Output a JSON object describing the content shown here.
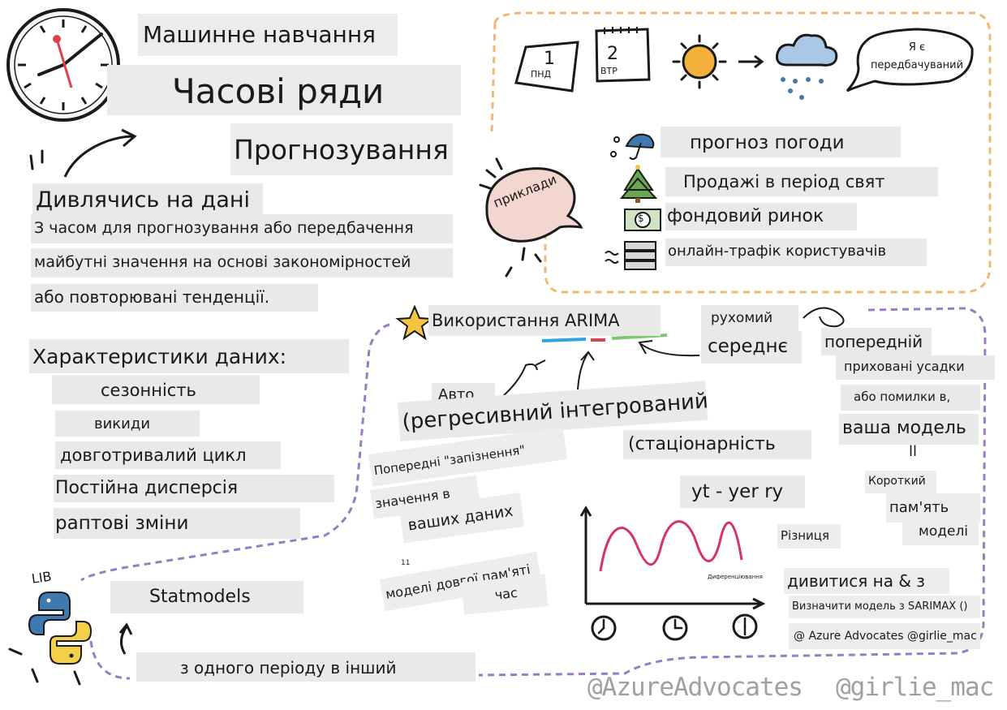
{
  "header": {
    "subject": "Машинне навчання",
    "title": "Часові ряди",
    "subtitle": "Прогнозування"
  },
  "definition": {
    "heading": "Дивлячись на дані",
    "line1": "З часом для прогнозування або передбачення",
    "line2": "майбутні значення на основі закономірностей",
    "line3": "або повторювані тенденції."
  },
  "characteristics": {
    "heading": "Характеристики даних:",
    "items": [
      "сезонність",
      "викиди",
      "довготривалий цикл",
      "Постійна дисперсія",
      "раптові зміни"
    ]
  },
  "examples": {
    "bubble": "приклади",
    "calendar1_num": "1",
    "calendar1_day": "ПНД",
    "calendar2_num": "2",
    "calendar2_day": "ВТР",
    "speech": "Я є передбачуваний",
    "items": [
      "прогноз погоди",
      "Продажі в період свят",
      "фондовий ринок",
      "онлайн-трафік користувачів"
    ],
    "dollar_sign": "$"
  },
  "arima": {
    "title": "Використання ARIMA",
    "moving_1": "рухомий",
    "moving_2": "середнє",
    "auto": "Авто",
    "regressive": "(регресивний інтегрований",
    "stationarity": "(стаціонарність",
    "formula": "yt - yer ry",
    "lag_1": "Попередні \"запізнення\"",
    "lag_2": "значення в",
    "lag_3": "ваших даних",
    "lstm_1": "моделі довгої пам'яті",
    "lstm_2": "час",
    "mini_11": "11",
    "prev": "попередній",
    "hidden_1": "приховані усадки",
    "hidden_2": "або помилки в,",
    "your_model": "ваша модель",
    "equals_mark": "ll",
    "short": "Короткий",
    "memory": "пам'ять",
    "model": "моделі",
    "difference": "Різниця",
    "diff_small": "Диференціювання",
    "look": "дивитися на & з",
    "sarimax": "Визначити модель з SARIMAX ()",
    "credit": "@ Azure Advocates @girlie_mac"
  },
  "library": {
    "tag": "LIB",
    "name": "Statmodels",
    "note": "з одного періоду в інший"
  },
  "footer": {
    "left": "@AzureAdvocates",
    "right": "@girlie_mac"
  },
  "colors": {
    "accent_orange": "#f0b873",
    "accent_purple": "#9a7bc4",
    "wave": "#d6336c",
    "sun": "#f3b03b",
    "cloud": "#a9c8e6",
    "star": "#f6c343",
    "tree": "#6aa84f",
    "python_blue": "#3f79b0",
    "python_yellow": "#f4cf4a",
    "clock_hand": "#e0404a",
    "box_gray": "#e9e9e9"
  }
}
